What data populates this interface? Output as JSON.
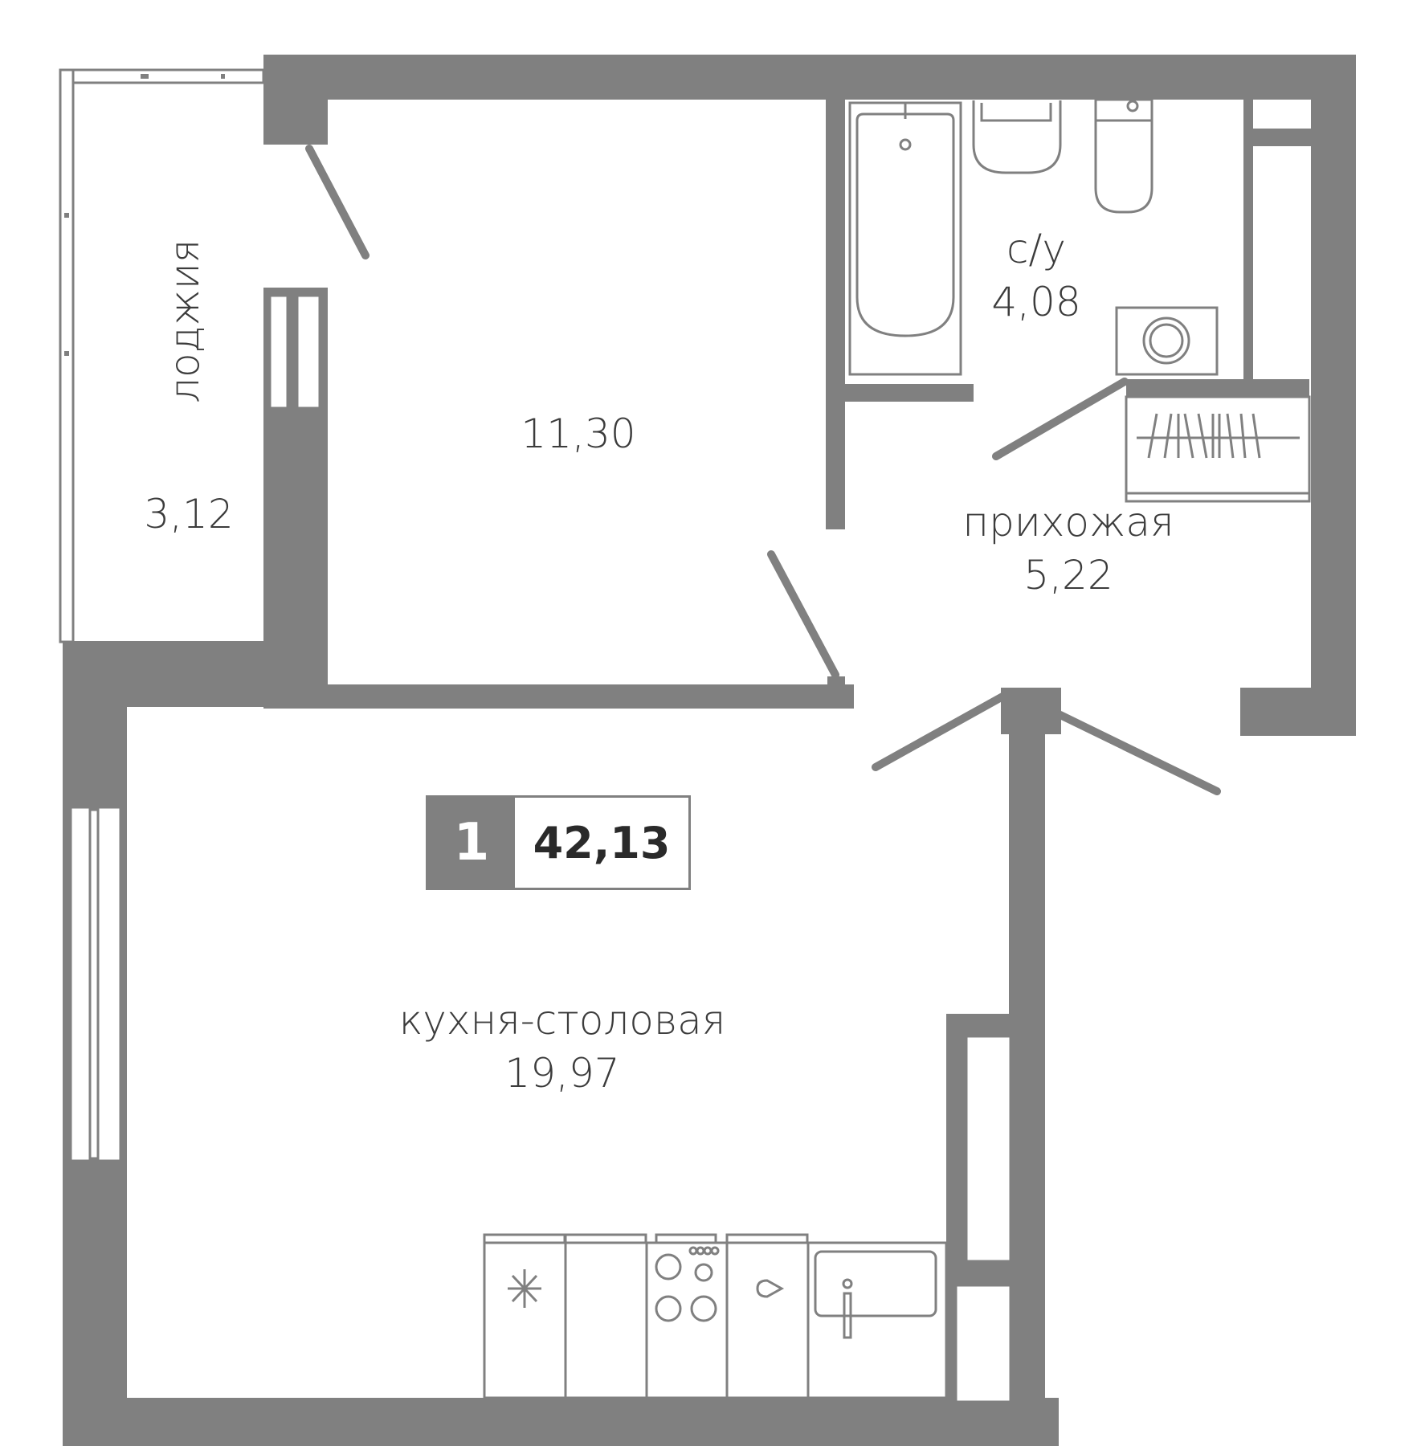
{
  "plan": {
    "rooms_count": "1",
    "total_area": "42,13",
    "rooms": [
      {
        "name": "лоджия",
        "area": "3,12"
      },
      {
        "name": "",
        "area": "11,30"
      },
      {
        "name": "с/у",
        "area": "4,08"
      },
      {
        "name": "прихожая",
        "area": "5,22"
      },
      {
        "name": "кухня-столовая",
        "area": "19,97"
      }
    ]
  },
  "colors": {
    "wall": "#808080",
    "text": "#3c3c3c",
    "background": "#ffffff"
  }
}
